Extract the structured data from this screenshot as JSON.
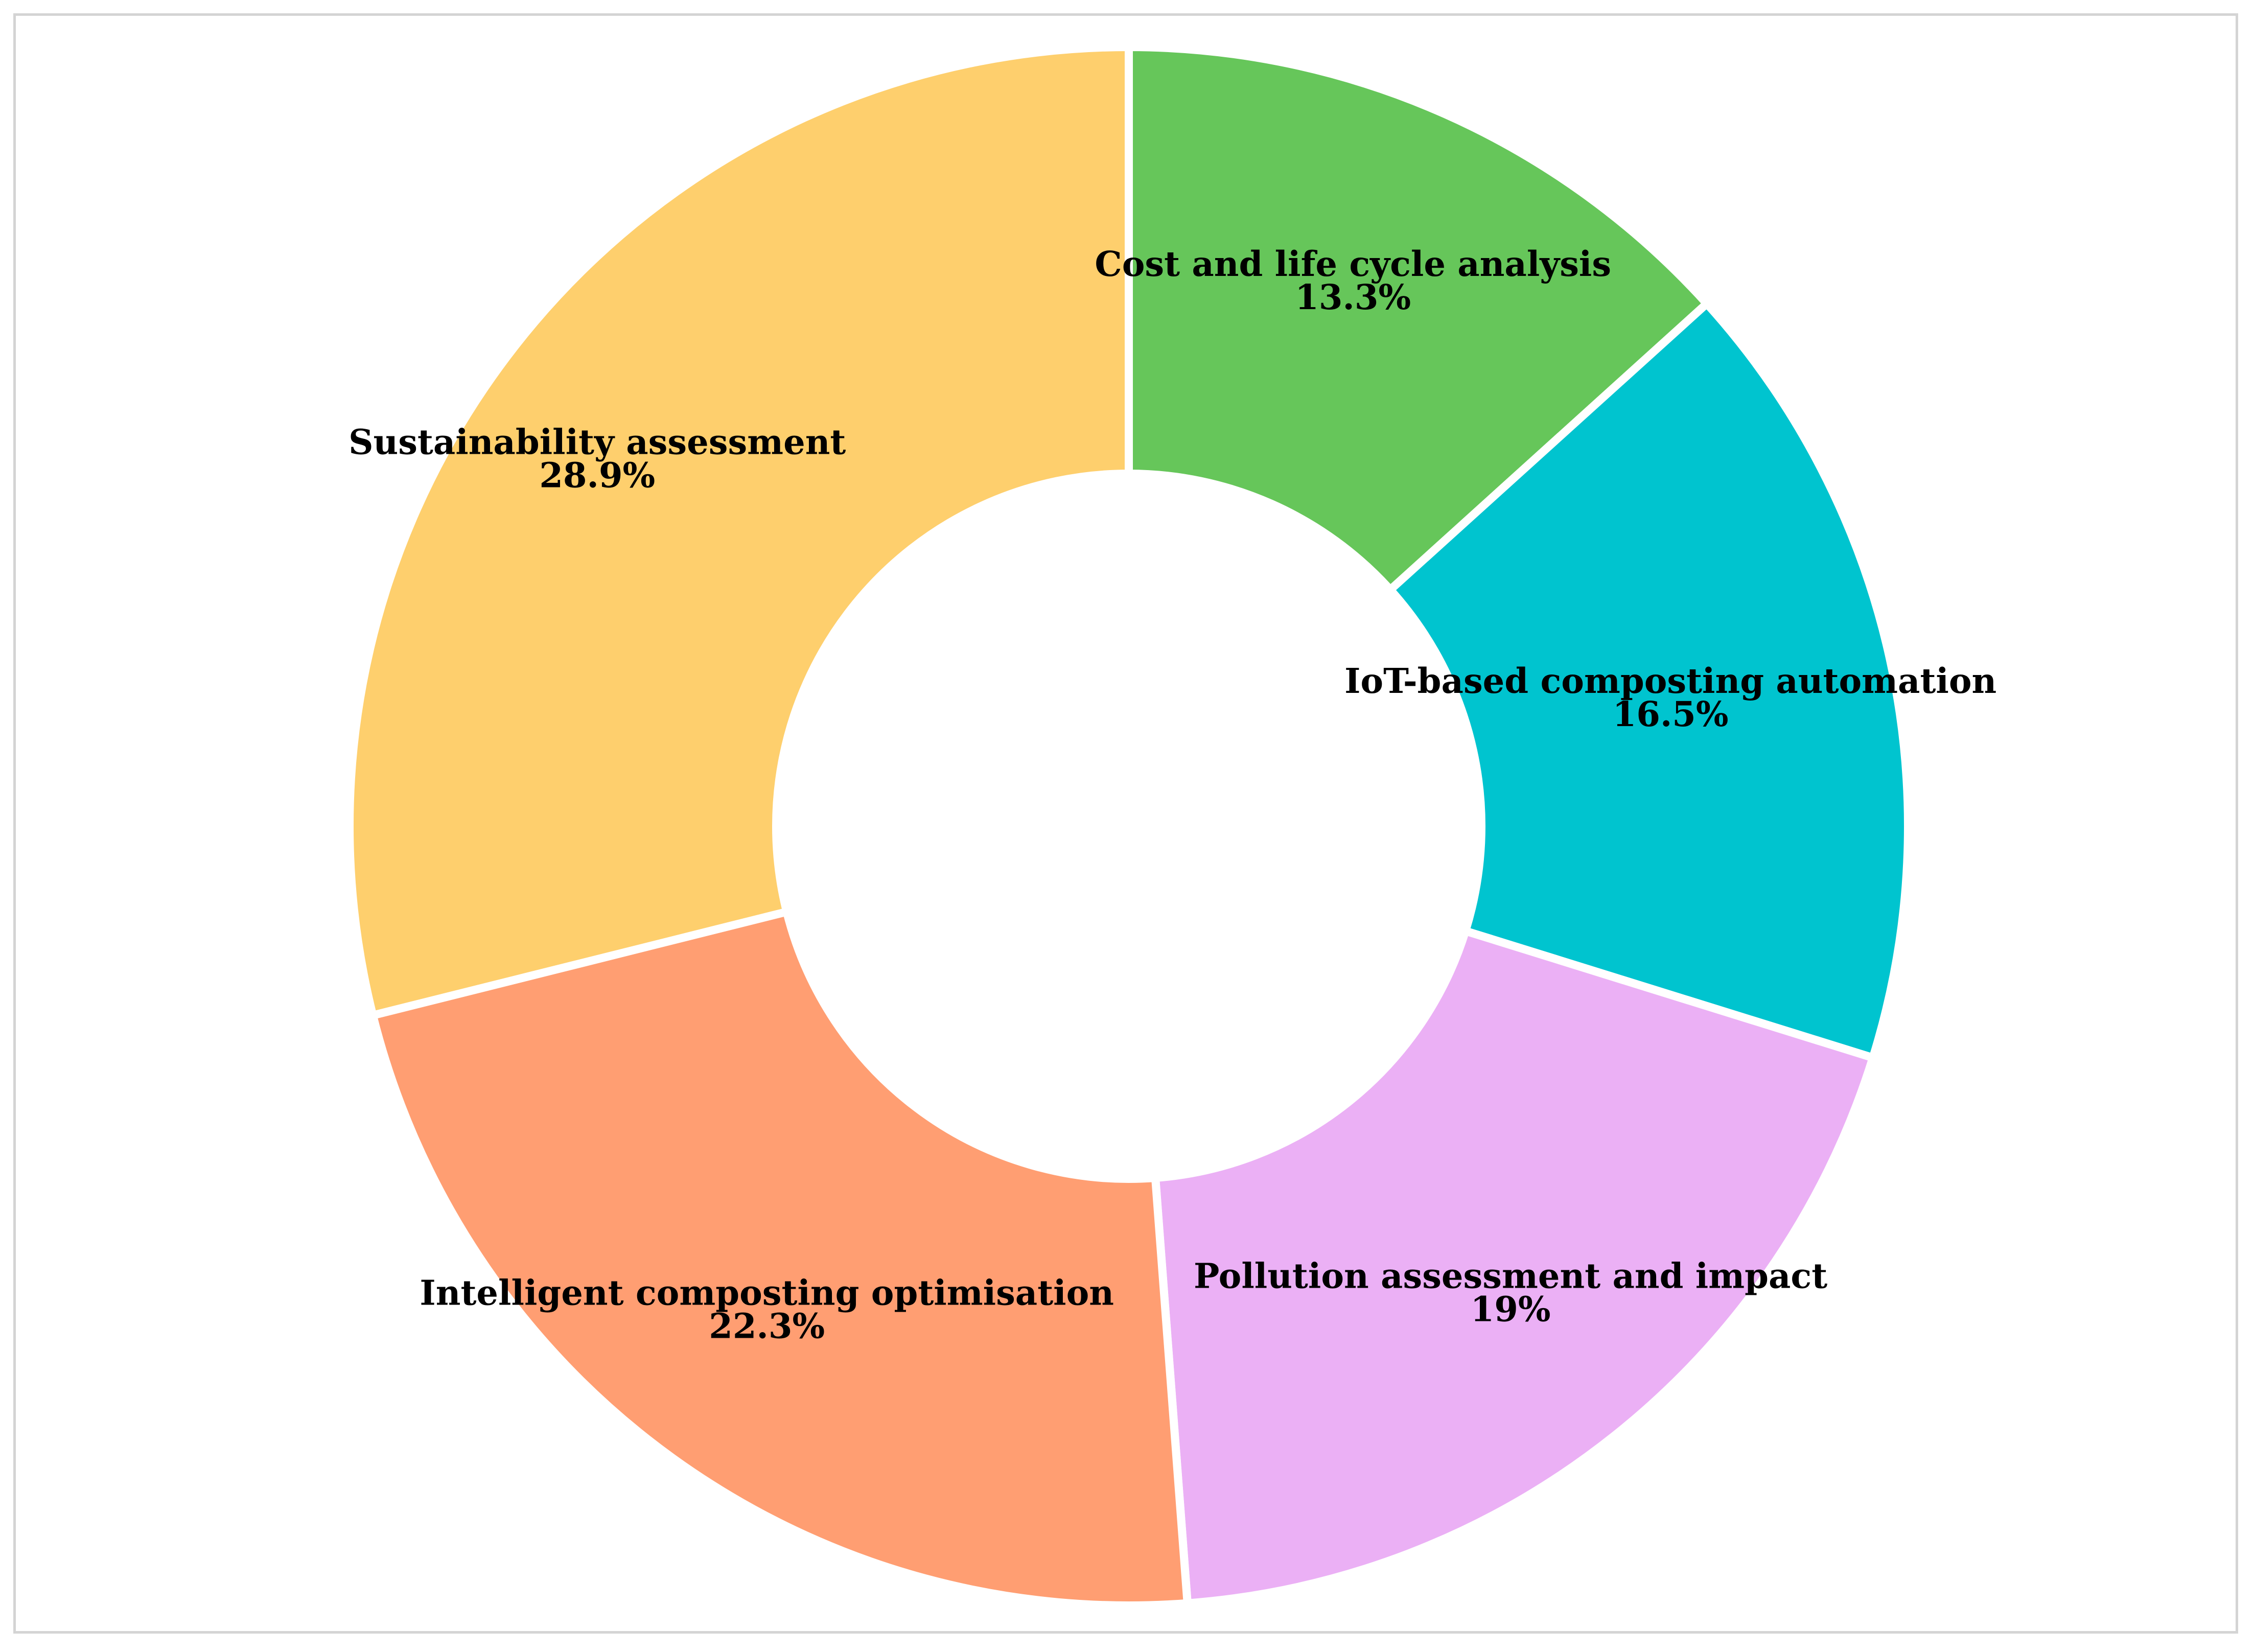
{
  "chart_data": {
    "type": "pie",
    "variant": "donut",
    "start_angle_deg": 0,
    "direction": "clockwise",
    "slices": [
      {
        "label": "Cost and life cycle analysis",
        "value": 13.3,
        "display": "13.3%",
        "color": "#66c65a"
      },
      {
        "label": "IoT-based composting automation",
        "value": 16.5,
        "display": "16.5%",
        "color": "#00c4cf"
      },
      {
        "label": "Pollution assessment and impact",
        "value": 19,
        "display": "19%",
        "color": "#ebb0f5"
      },
      {
        "label": "Intelligent composting optimisation",
        "value": 22.3,
        "display": "22.3%",
        "color": "#ff9e72"
      },
      {
        "label": "Sustainability assessment",
        "value": 28.9,
        "display": "28.9%",
        "color": "#fecf6d"
      }
    ],
    "legend": false
  }
}
